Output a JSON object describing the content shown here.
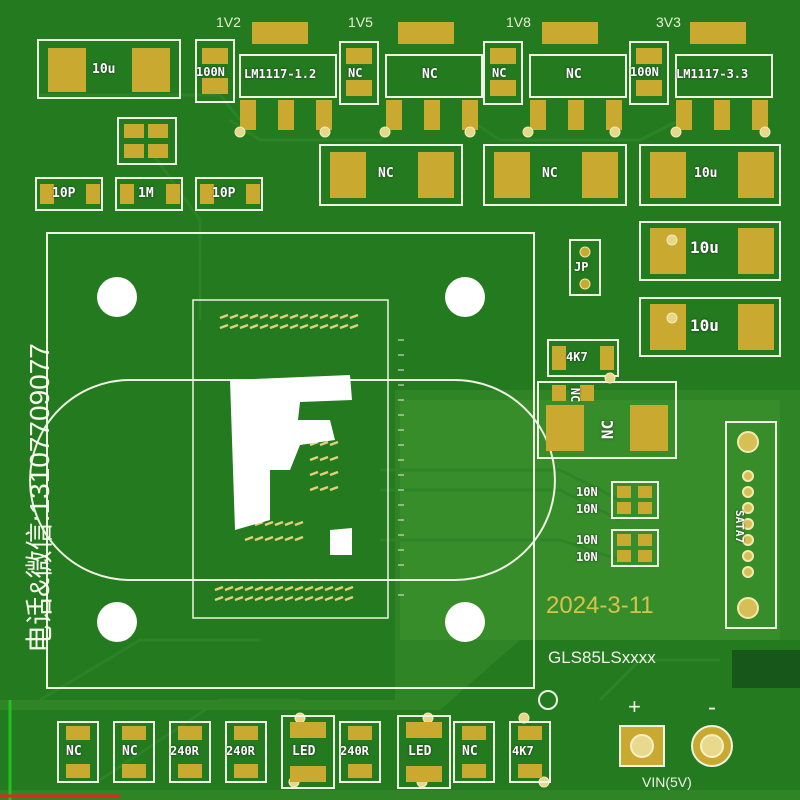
{
  "board": {
    "colors": {
      "board": "#237a1f",
      "copper_pour": "#3b8f2a",
      "pad": "#c9a92f",
      "silkscreen": "#f3f6ea",
      "trace": "#2f8a2a"
    },
    "side_text": "电话&微信:13107709077",
    "date": "2024-3-11",
    "part_name": "GLS85LSxxxx",
    "power_input": {
      "plus": "+",
      "minus": "-",
      "label": "VIN(5V)"
    },
    "rail_labels": [
      "1V2",
      "1V5",
      "1V8",
      "3V3"
    ],
    "top_row": {
      "cap_10u": "10u",
      "cap_100n_a": "100N",
      "reg_1v2": "LM1117-1.2",
      "nc_a": "NC",
      "reg_1v5": "NC",
      "nc_b": "NC",
      "reg_1v8": "NC",
      "cap_100n_b": "100N",
      "reg_3v3": "LM1117-3.3"
    },
    "second_row": {
      "nc_cap_1": "NC",
      "nc_cap_2": "NC",
      "cap_10u_right": "10u"
    },
    "crystal_row": {
      "c1": "10P",
      "r1": "1M",
      "c2": "10P"
    },
    "right_column": {
      "jumper": "JP",
      "cap_10u_a": "10u",
      "cap_10u_b": "10u",
      "r_4k7": "4K7",
      "nc_top": "NC",
      "nc_big": "NC"
    },
    "small_caps": {
      "c1": "10N",
      "c2": "10N",
      "c3": "10N",
      "c4": "10N"
    },
    "header_label": "SATA7",
    "bottom_row": [
      "NC",
      "NC",
      "240R",
      "240R",
      "LED",
      "240R",
      "LED",
      "NC",
      "4K7"
    ]
  }
}
